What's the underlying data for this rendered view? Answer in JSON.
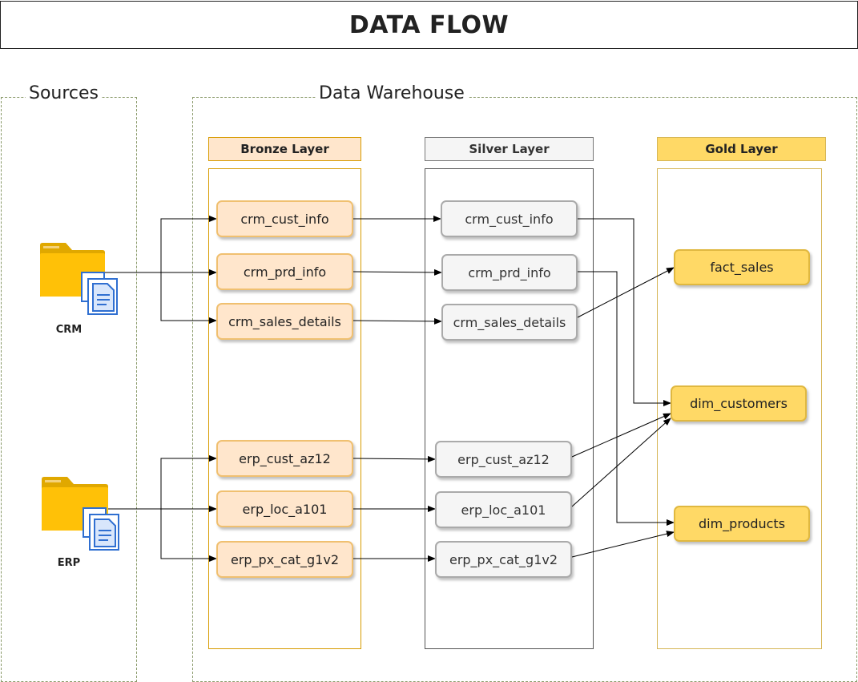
{
  "title": "DATA FLOW",
  "regions": {
    "sources": "Sources",
    "warehouse": "Data Warehouse"
  },
  "layers": {
    "bronze": "Bronze Layer",
    "silver": "Silver Layer",
    "gold": "Gold Layer"
  },
  "sources": {
    "crm": "CRM",
    "erp": "ERP",
    "icon": "folder-documents-icon"
  },
  "bronze": [
    "crm_cust_info",
    "crm_prd_info",
    "crm_sales_details",
    "erp_cust_az12",
    "erp_loc_a101",
    "erp_px_cat_g1v2"
  ],
  "silver": [
    "crm_cust_info",
    "crm_prd_info",
    "crm_sales_details",
    "erp_cust_az12",
    "erp_loc_a101",
    "erp_px_cat_g1v2"
  ],
  "gold": [
    "fact_sales",
    "dim_customers",
    "dim_products"
  ],
  "colors": {
    "bronze_fill": "#ffe6cc",
    "silver_fill": "#f5f5f5",
    "gold_fill": "#ffd966",
    "folder": "#ffc107"
  }
}
